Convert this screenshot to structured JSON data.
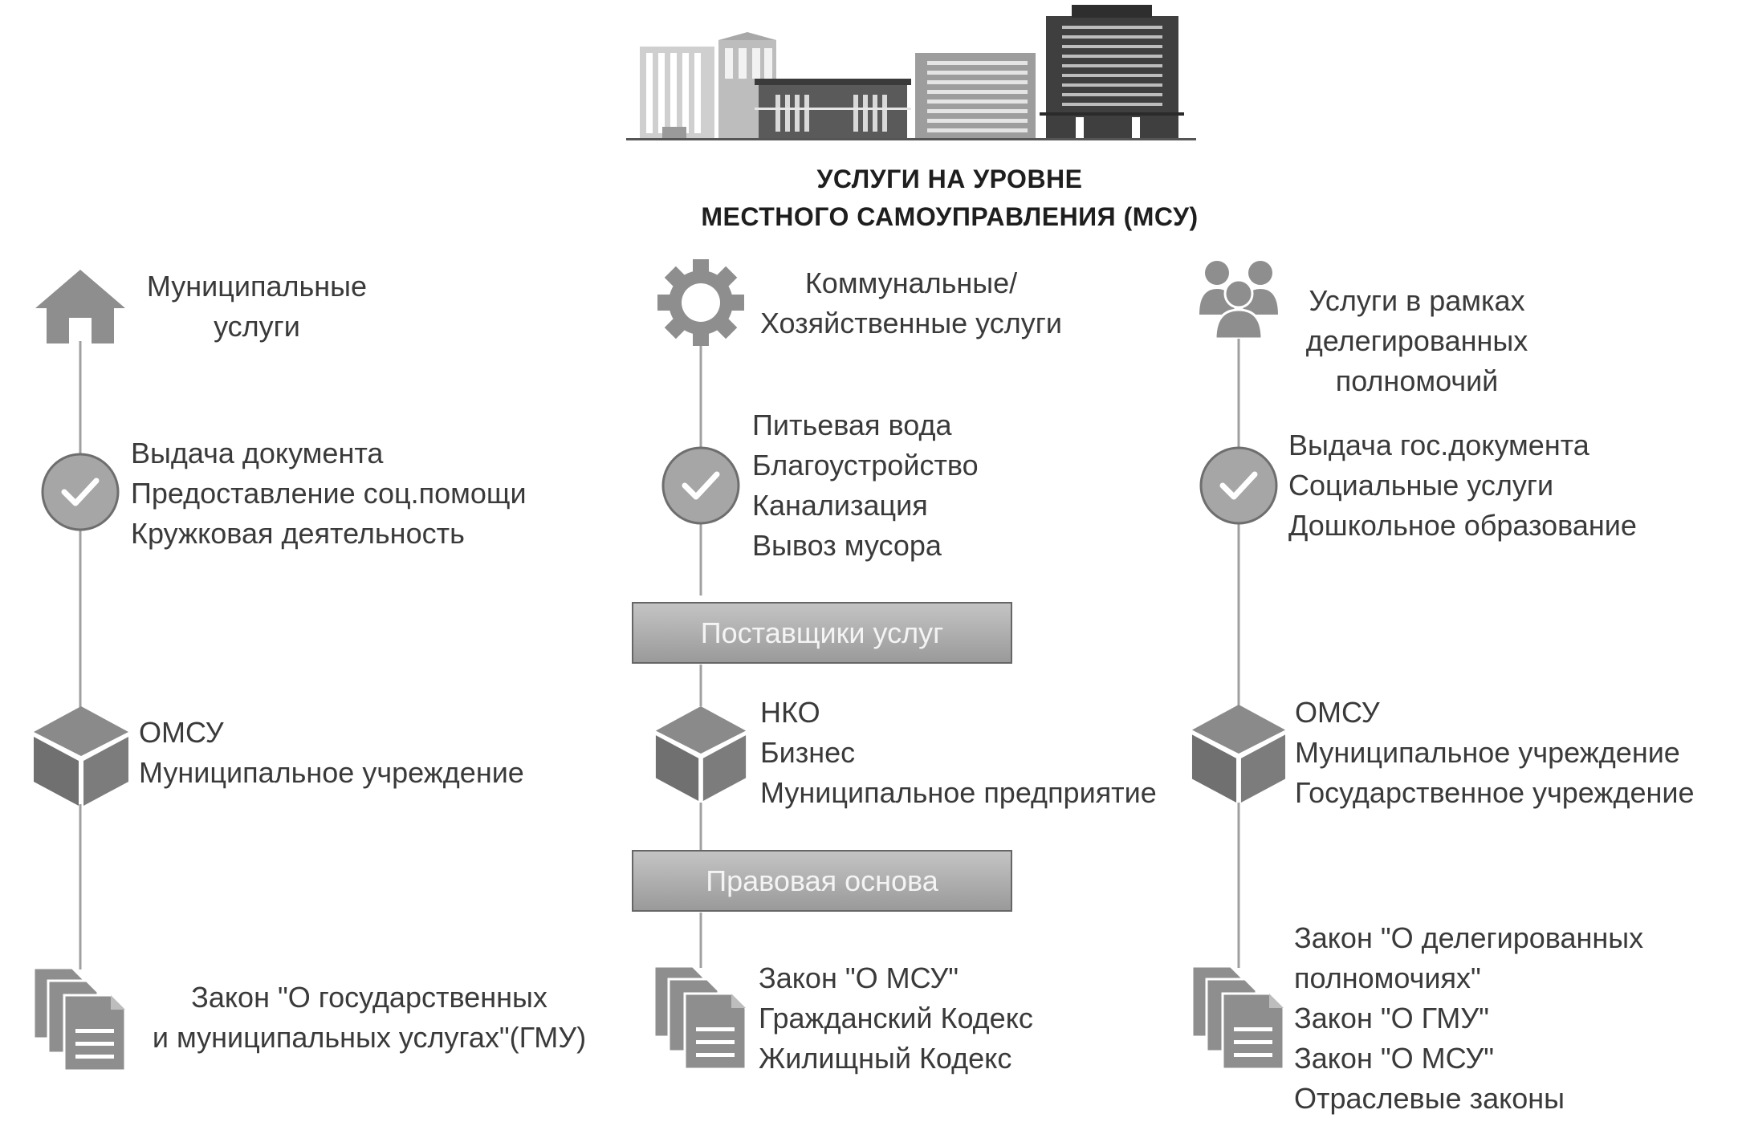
{
  "title": {
    "line1": "УСЛУГИ НА УРОВНЕ",
    "line2": "МЕСТНОГО САМОУПРАВЛЕНИЯ (МСУ)"
  },
  "bands": {
    "providers": "Поставщики услуг",
    "legal": "Правовая основа"
  },
  "columns": [
    {
      "heading": [
        "Муниципальные",
        "услуги"
      ],
      "services": [
        "Выдача документа",
        "Предоставление соц.помощи",
        "Кружковая деятельность"
      ],
      "providers": [
        "ОМСУ",
        "Муниципальное учреждение"
      ],
      "laws": [
        "Закон \"О государственных",
        "и муниципальных услугах\"(ГМУ)"
      ]
    },
    {
      "heading": [
        "Коммунальные/",
        "Хозяйственные услуги"
      ],
      "services": [
        "Питьевая вода",
        "Благоустройство",
        "Канализация",
        "Вывоз мусора"
      ],
      "providers": [
        "НКО",
        "Бизнес",
        "Муниципальное предприятие"
      ],
      "laws": [
        "Закон \"О МСУ\"",
        "Гражданский Кодекс",
        "Жилищный Кодекс"
      ]
    },
    {
      "heading": [
        "Услуги в рамках",
        "делегированных",
        "полномочий"
      ],
      "services": [
        "Выдача гос.документа",
        "Социальные услуги",
        "Дошкольное образование"
      ],
      "providers": [
        "ОМСУ",
        "Муниципальное учреждение",
        "Государственное учреждение"
      ],
      "laws": [
        "Закон \"О делегированных",
        "полномочиях\"",
        "Закон \"О ГМУ\"",
        "Закон \"О МСУ\"",
        "Отраслевые законы"
      ]
    }
  ],
  "icons": {
    "header": "city-buildings-icon",
    "col1": "house-icon",
    "col2": "gear-icon",
    "col3": "people-group-icon",
    "check": "checkmark-circle-icon",
    "box": "cube-icon",
    "docs": "documents-icon"
  },
  "colors": {
    "icon_gray": "#8e8e8e",
    "box_gray": "#7c7c7c",
    "line_gray": "#9a9a9a"
  }
}
